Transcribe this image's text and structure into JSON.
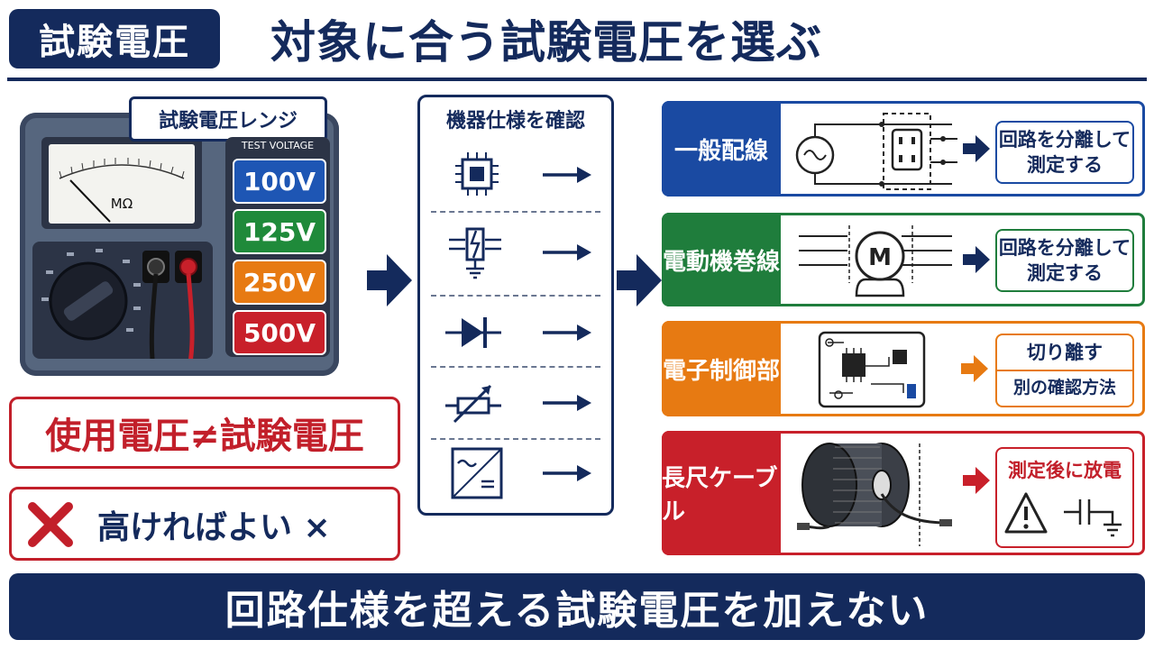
{
  "header": {
    "tag": "試験電圧",
    "title": "対象に合う試験電圧を選ぶ"
  },
  "tester": {
    "range_label": "試験電圧レンジ",
    "test_voltage_label": "TEST VOLTAGE",
    "meter_unit": "MΩ",
    "voltages": [
      {
        "label": "100V",
        "color": "#1e56b4"
      },
      {
        "label": "125V",
        "color": "#1f8a3a"
      },
      {
        "label": "250V",
        "color": "#e77a12"
      },
      {
        "label": "500V",
        "color": "#c8202a"
      }
    ]
  },
  "notes": {
    "neq": "使用電圧≠試験電圧",
    "high": "高ければよい ×"
  },
  "spec": {
    "title": "機器仕様を確認"
  },
  "rows": [
    {
      "label": "一般配線",
      "color": "#1a4aa2",
      "result": [
        "回路を分離して",
        "測定する"
      ]
    },
    {
      "label": "電動機巻線",
      "color": "#1f7d3c",
      "result": [
        "回路を分離して",
        "測定する"
      ],
      "motor_letter": "M"
    },
    {
      "label": "電子制御部",
      "color": "#e77a12",
      "result": [
        "切り離す",
        "別の確認方法"
      ]
    },
    {
      "label": "長尺ケーブル",
      "color": "#c8202a",
      "result": [
        "測定後に放電"
      ]
    }
  ],
  "footer": "回路仕様を超える試験電圧を加えない"
}
